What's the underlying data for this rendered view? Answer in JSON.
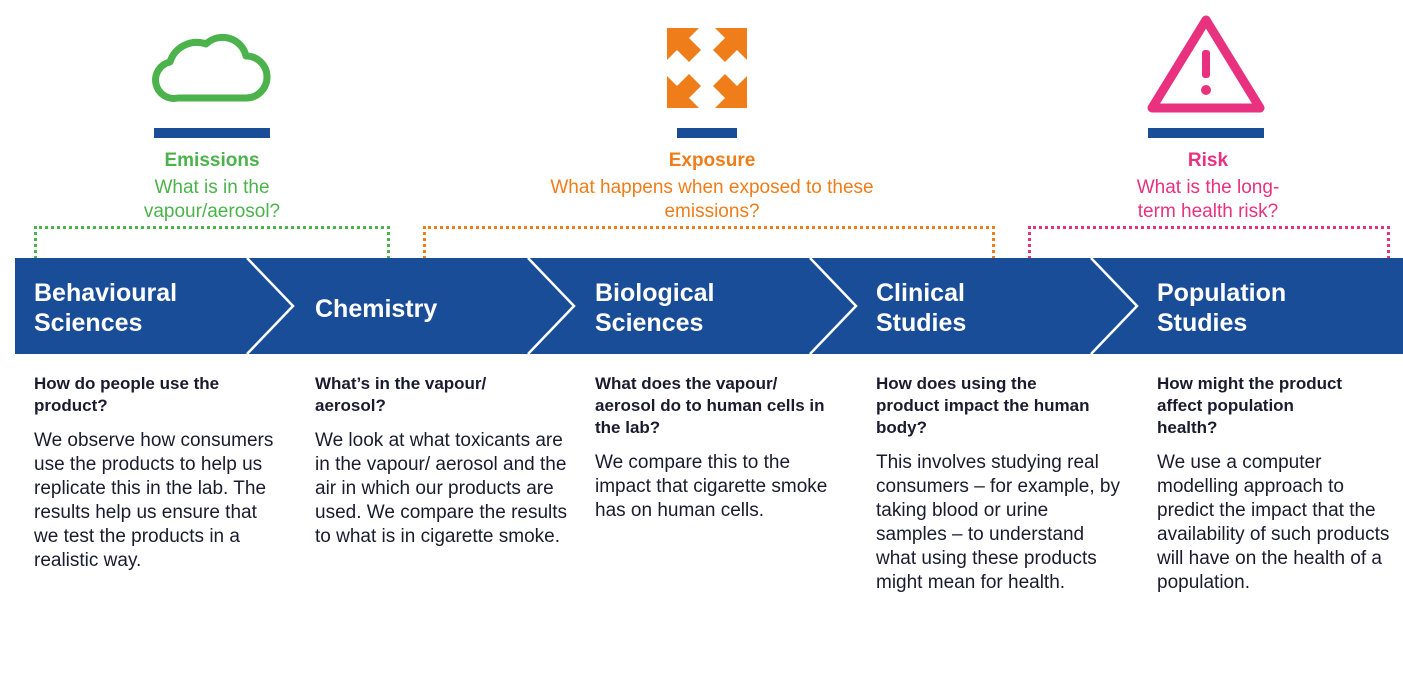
{
  "colors": {
    "emissions": "#4cb34c",
    "exposure": "#ef7d1a",
    "risk": "#e8327f",
    "banner": "#1a4d98"
  },
  "categories": [
    {
      "icon": "cloud-icon",
      "title": "Emissions",
      "question": "What is in the vapour/aerosol?"
    },
    {
      "icon": "expand-arrows-icon",
      "title": "Exposure",
      "question": "What happens when exposed to these emissions?"
    },
    {
      "icon": "warning-triangle-icon",
      "title": "Risk",
      "question": "What is the long-term health risk?"
    }
  ],
  "stages": [
    {
      "label_line1": "Behavioural",
      "label_line2": "Sciences"
    },
    {
      "label_line1": "Chemistry",
      "label_line2": ""
    },
    {
      "label_line1": "Biological",
      "label_line2": "Sciences"
    },
    {
      "label_line1": "Clinical",
      "label_line2": "Studies"
    },
    {
      "label_line1": "Population",
      "label_line2": "Studies"
    }
  ],
  "columns": [
    {
      "heading": "How do people use the product?",
      "body": "We observe how consumers use the products to help us replicate this in the lab. The results help us ensure that we test the products in a realistic way."
    },
    {
      "heading": "What’s in the vapour/ aerosol?",
      "body": "We look at what toxicants are in the vapour/ aerosol and the air in which our products are used. We compare the results to what is in cigarette smoke."
    },
    {
      "heading": "What does the vapour/ aerosol do to human cells in the lab?",
      "body": "We compare this to the impact that cigarette smoke has on human cells."
    },
    {
      "heading": "How does using the product impact the human body?",
      "body": "This involves studying real consumers – for example, by taking blood or urine samples – to understand what using these products might mean for health."
    },
    {
      "heading": "How might the product affect population health?",
      "body": "We use a computer modelling approach to predict the impact that the availability of such products will have on the health of a population."
    }
  ]
}
